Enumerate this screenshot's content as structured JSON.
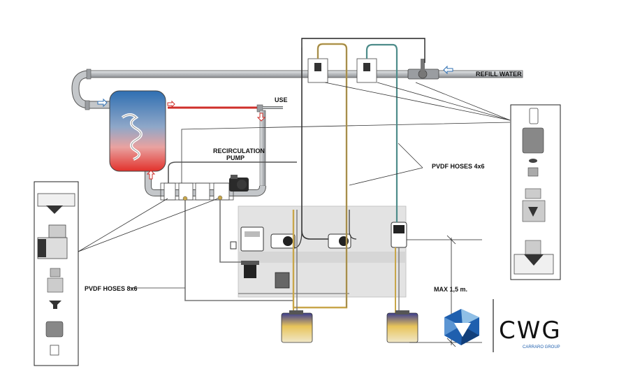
{
  "labels": {
    "refill_water": "REFILL WATER",
    "use": "USE",
    "recirculation_line1": "RECIRCULATION",
    "recirculation_line2": "PUMP",
    "pvdf_4x6": "PVDF HOSES 4x6",
    "pvdf_8x6": "PVDF HOSES 8x6",
    "max_height": "MAX 1,5 m."
  },
  "logo": {
    "text": "CWG",
    "tagline": "CARRARO GROUP"
  },
  "colors": {
    "pipe": "#b9bcbf",
    "pipe_edge": "#555555",
    "tank_hot": "#e2312b",
    "tank_cold": "#2f6fb2",
    "hose_yellow": "#c8a64a",
    "hose_teal": "#4d8c8a",
    "panel": "#e3e3e3",
    "logo_blue": "#1f5fae",
    "logo_light": "#8fbfe6"
  },
  "icons": [
    "arrow-right-icon",
    "arrow-left-icon",
    "arrow-up-icon",
    "arrow-down-icon"
  ]
}
